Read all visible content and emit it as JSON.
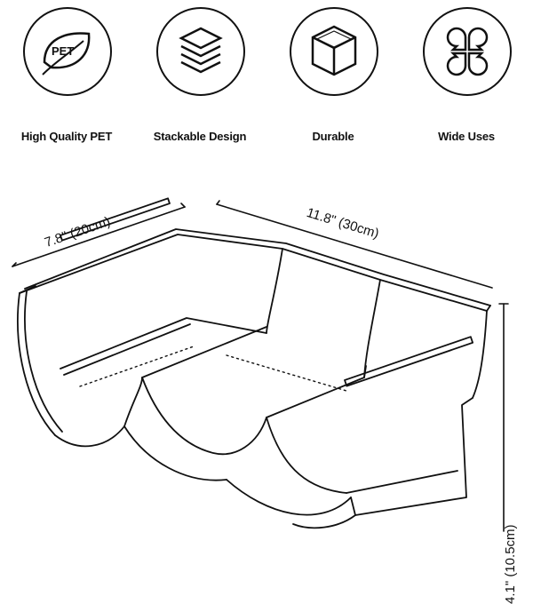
{
  "features": [
    {
      "label": "High Quality PET",
      "icon": "leaf-pet-icon",
      "icon_text": "PET"
    },
    {
      "label": "Stackable Design",
      "icon": "stacked-layers-icon"
    },
    {
      "label": "Durable",
      "icon": "cube-icon"
    },
    {
      "label": "Wide Uses",
      "icon": "clover-icon"
    }
  ],
  "dimensions": {
    "width": "7.8\" (20cm)",
    "length": "11.8\" (30cm)",
    "height": "4.1\" (10.5cm)"
  },
  "colors": {
    "line": "#111111",
    "background": "#ffffff"
  }
}
